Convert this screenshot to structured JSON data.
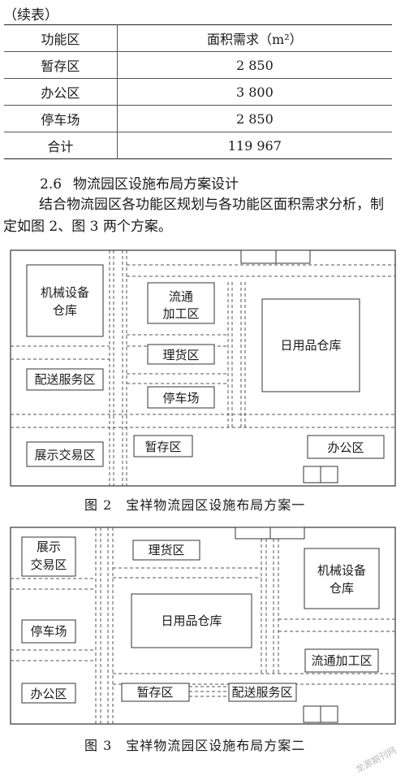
{
  "continued_label": "（续表）",
  "table": {
    "headers": [
      "功能区",
      "面积需求（m²）"
    ],
    "rows": [
      [
        "暂存区",
        "2 850"
      ],
      [
        "办公区",
        "3 800"
      ],
      [
        "停车场",
        "2 850"
      ],
      [
        "合计",
        "119 967"
      ]
    ]
  },
  "section": {
    "number": "2.6",
    "title": "物流园区设施布局方案设计",
    "paragraph": "结合物流园区各功能区规划与各功能区面积需求分析，制定如图 2、图 3 两个方案。"
  },
  "figure2": {
    "caption": "图 2　宝祥物流园区设施布局方案一",
    "zones": {
      "machinery_warehouse": [
        "机械设备",
        "仓库"
      ],
      "circulation_processing": [
        "流通",
        "加工区"
      ],
      "sorting": "理货区",
      "parking": "停车场",
      "daily_goods_warehouse": "日用品仓库",
      "distribution_service": "配送服务区",
      "exhibition_trade": "展示交易区",
      "temporary_storage": "暂存区",
      "office": "办公区"
    }
  },
  "figure3": {
    "caption": "图 3　宝祥物流园区设施布局方案二",
    "zones": {
      "exhibition_trade": [
        "展示",
        "交易区"
      ],
      "sorting": "理货区",
      "machinery_warehouse": [
        "机械设备",
        "仓库"
      ],
      "daily_goods_warehouse": "日用品仓库",
      "parking": "停车场",
      "circulation_processing": "流通加工区",
      "office": "办公区",
      "temporary_storage": "暂存区",
      "distribution_service": "配送服务区"
    }
  },
  "watermark": "龙源期刊网"
}
